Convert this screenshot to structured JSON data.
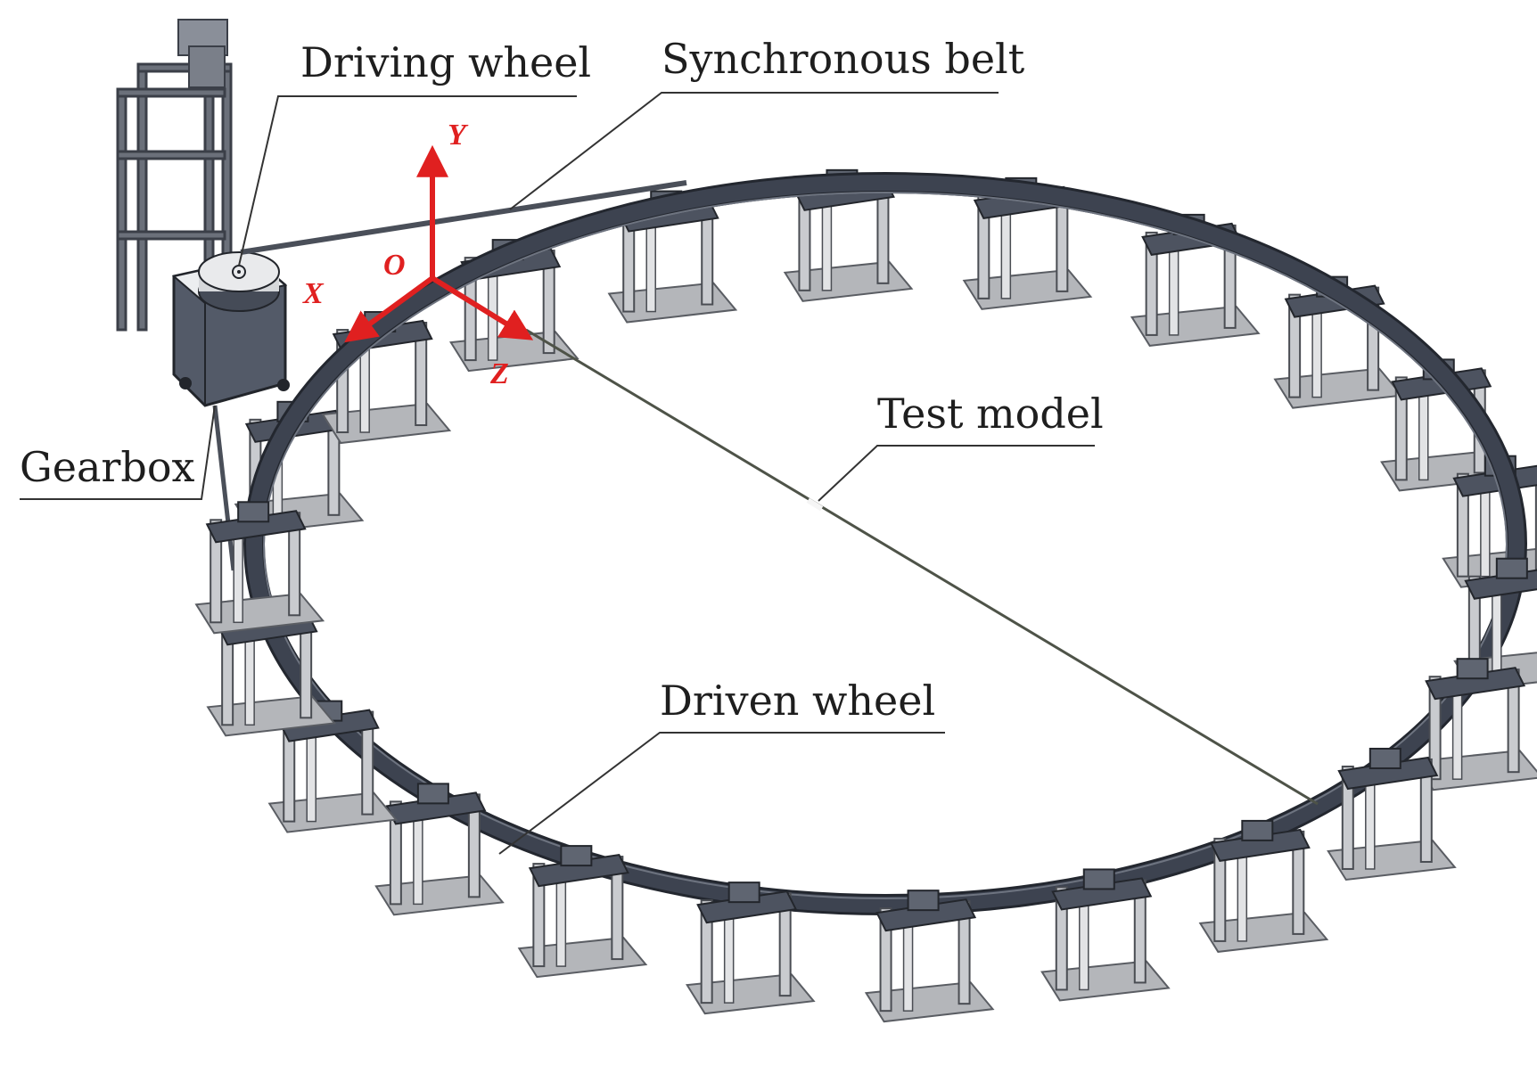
{
  "labels": {
    "driving_wheel": "Driving wheel",
    "synchronous_belt": "Synchronous belt",
    "test_model": "Test model",
    "gearbox": "Gearbox",
    "driven_wheel": "Driven wheel"
  },
  "axes": {
    "x": "X",
    "y": "Y",
    "z": "Z",
    "origin": "O",
    "color": "#e02020"
  },
  "colors": {
    "ring": "#3d4350",
    "ring_edge": "#23272f",
    "support_dark": "#4d5360",
    "support_light": "#c9cbcf",
    "base": "#b4b6ba",
    "gearbox": "#535a68"
  },
  "support_count": 22
}
